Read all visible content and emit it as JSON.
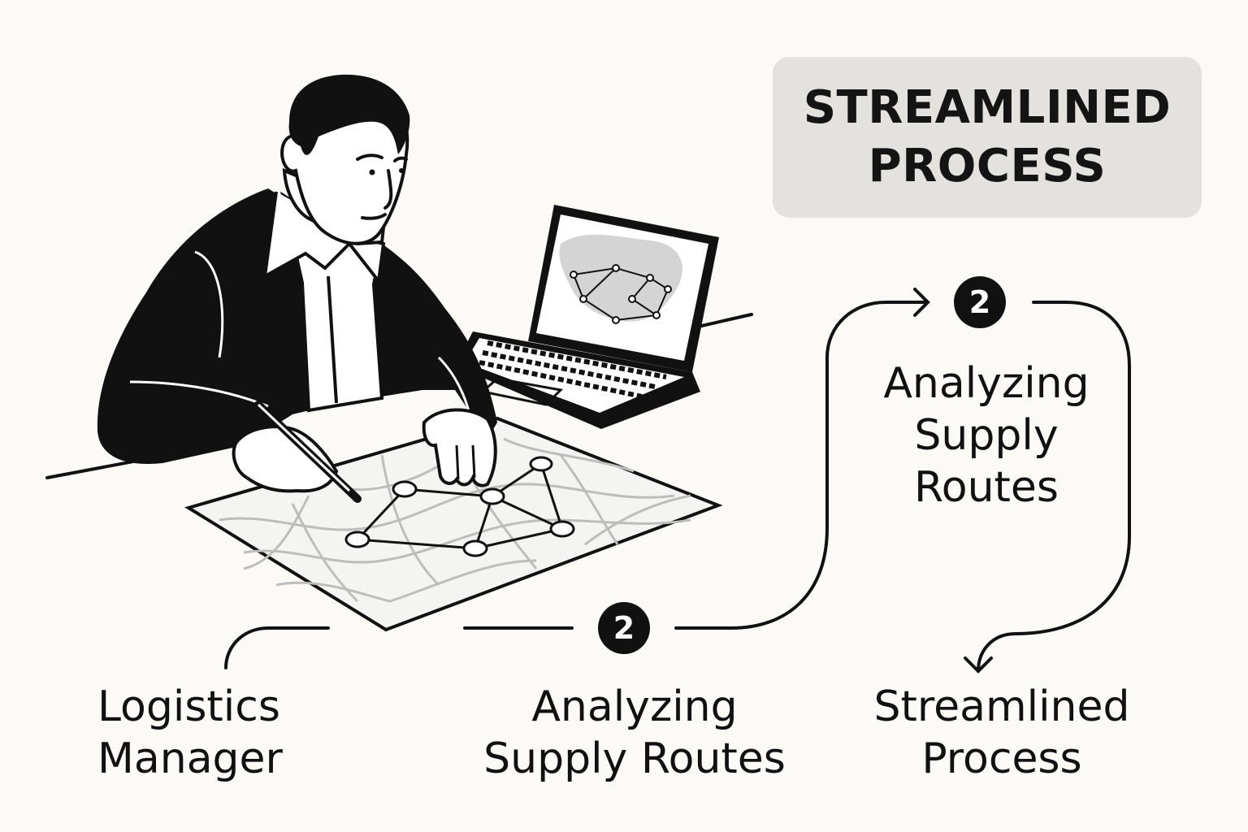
{
  "title_box": {
    "text": "STREAMLINED\nPROCESS"
  },
  "steps": [
    {
      "label": "Logistics\nManager"
    },
    {
      "badge": "2",
      "label": "Analyzing\nSupply Routes"
    },
    {
      "badge": "2",
      "label": "Analyzing\nSupply\nRoutes"
    },
    {
      "label": "Streamlined\nProcess"
    }
  ],
  "icons": {
    "figure": "logistics-manager-illustration",
    "laptop": "laptop-icon",
    "map": "route-map-icon"
  },
  "colors": {
    "ink": "#111111",
    "panel": "#e3e2de",
    "background": "#fbfaf6"
  }
}
